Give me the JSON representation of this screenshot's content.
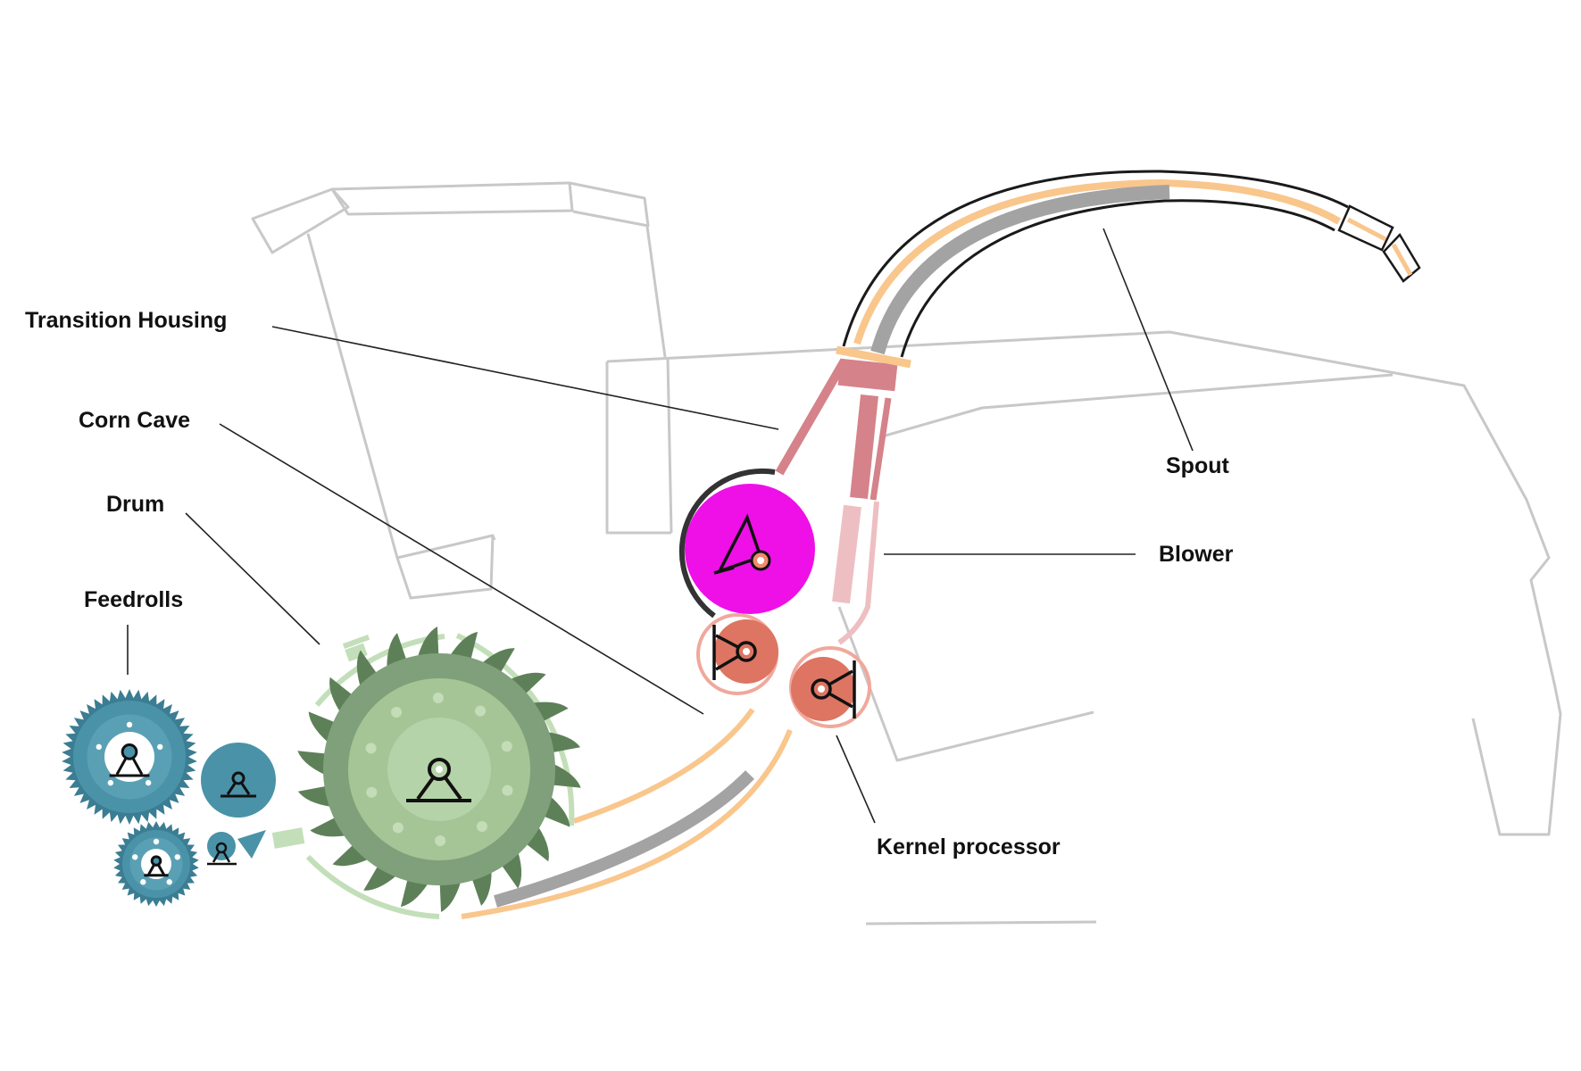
{
  "labels": {
    "transition_housing": "Transition Housing",
    "corn_cave": "Corn Cave",
    "drum": "Drum",
    "feedrolls": "Feedrolls",
    "spout": "Spout",
    "blower": "Blower",
    "kernel_processor": "Kernel processor"
  },
  "colors": {
    "outline": "#c8c8c8",
    "leader": "#222222",
    "feedroll": "#4a92a8",
    "feedroll_dark": "#3b7d92",
    "drum": "#7fa07a",
    "drum_dark": "#5e8059",
    "drum_light": "#b5d3a8",
    "drum_arc": "#c3dfb9",
    "blower": "#ee10e6",
    "kernel": "#dd7562",
    "kernel_ring": "#f0a89c",
    "orange": "#f9c68c",
    "gray_band": "#a3a3a3",
    "transition": "#d5828a",
    "transition_light": "#eebfc2"
  },
  "icons": {
    "axle": "axle-bracket-icon"
  }
}
